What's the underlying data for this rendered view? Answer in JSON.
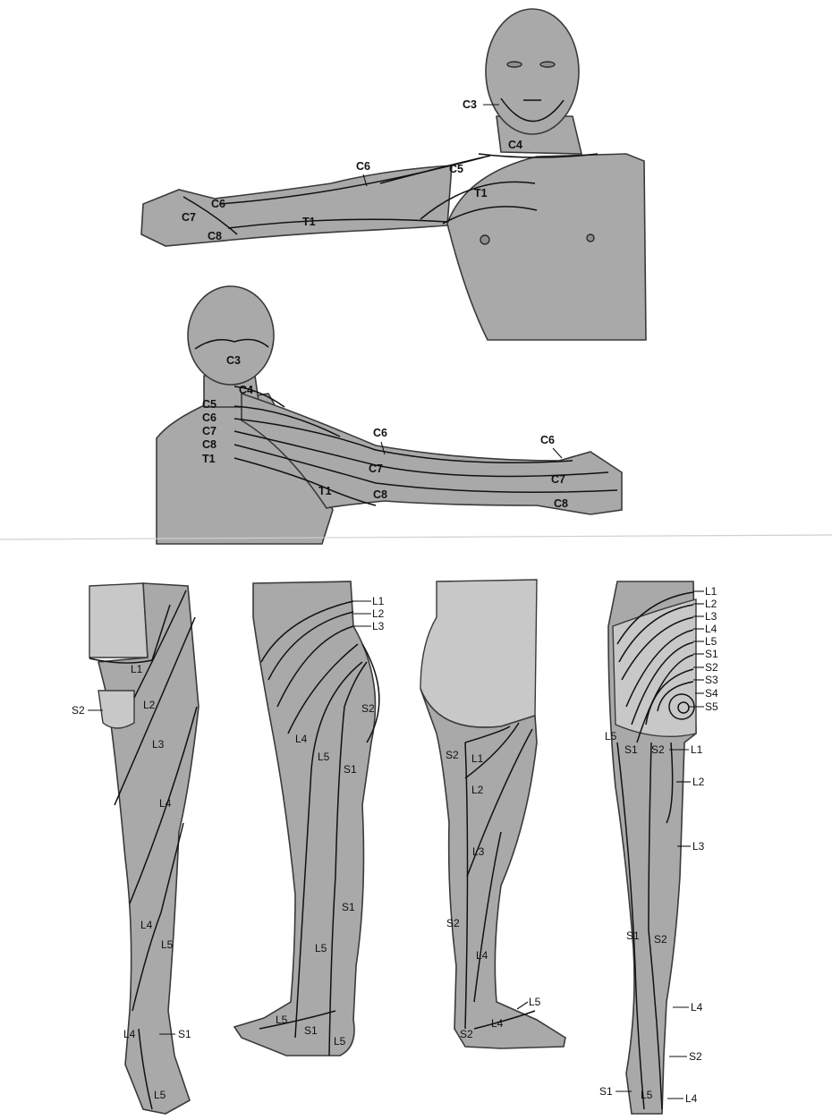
{
  "labels": {
    "anterior_arm": {
      "c3": "C3",
      "c4": "C4",
      "c5": "C5",
      "c6_upper": "C6",
      "c6_hand": "C6",
      "c7": "C7",
      "c8": "C8",
      "t1_chest": "T1",
      "t1_forearm": "T1"
    },
    "posterior_arm": {
      "c3": "C3",
      "c4": "C4",
      "c5": "C5",
      "c6": "C6",
      "c7": "C7",
      "c8": "C8",
      "t1": "T1",
      "c6_arm": "C6",
      "c7_arm": "C7",
      "t1_arm": "T1",
      "c8_arm": "C8",
      "c6_hand": "C6",
      "c7_hand": "C7",
      "c8_hand": "C8"
    },
    "leg_front": {
      "l1": "L1",
      "l2": "L2",
      "s2": "S2",
      "l3": "L3",
      "l4": "L4",
      "l4_lower": "L4",
      "l5": "L5",
      "l4_ankle": "L4",
      "s1": "S1",
      "l5_foot": "L5"
    },
    "leg_lateral": {
      "l1": "L1",
      "l2": "L2",
      "l3": "L3",
      "s2": "S2",
      "l4": "L4",
      "l5": "L5",
      "s1": "S1",
      "s1_lower": "S1",
      "l5_lower": "L5",
      "l5_foot": "L5",
      "s1_foot": "S1",
      "l5_heel": "L5"
    },
    "leg_medial": {
      "s2": "S2",
      "l1": "L1",
      "l2": "L2",
      "l3": "L3",
      "s2_lower": "S2",
      "l4": "L4",
      "l5": "L5",
      "l4_foot": "L4",
      "s2_foot": "S2"
    },
    "leg_posterior": {
      "l1": "L1",
      "l2": "L2",
      "l3": "L3",
      "l4": "L4",
      "l5": "L5",
      "s1": "S1",
      "s2": "S2",
      "s3": "S3",
      "s4": "S4",
      "s5": "S5",
      "l5_side": "L5",
      "s1_thigh": "S1",
      "s2_thigh": "S2",
      "l1_thigh": "L1",
      "l2_thigh": "L2",
      "l3_thigh": "L3",
      "s1_calf": "S1",
      "s2_calf": "S2",
      "l4_calf": "L4",
      "s2_ankle": "S2",
      "s1_foot": "S1",
      "l5_foot": "L5",
      "l4_foot": "L4"
    }
  }
}
